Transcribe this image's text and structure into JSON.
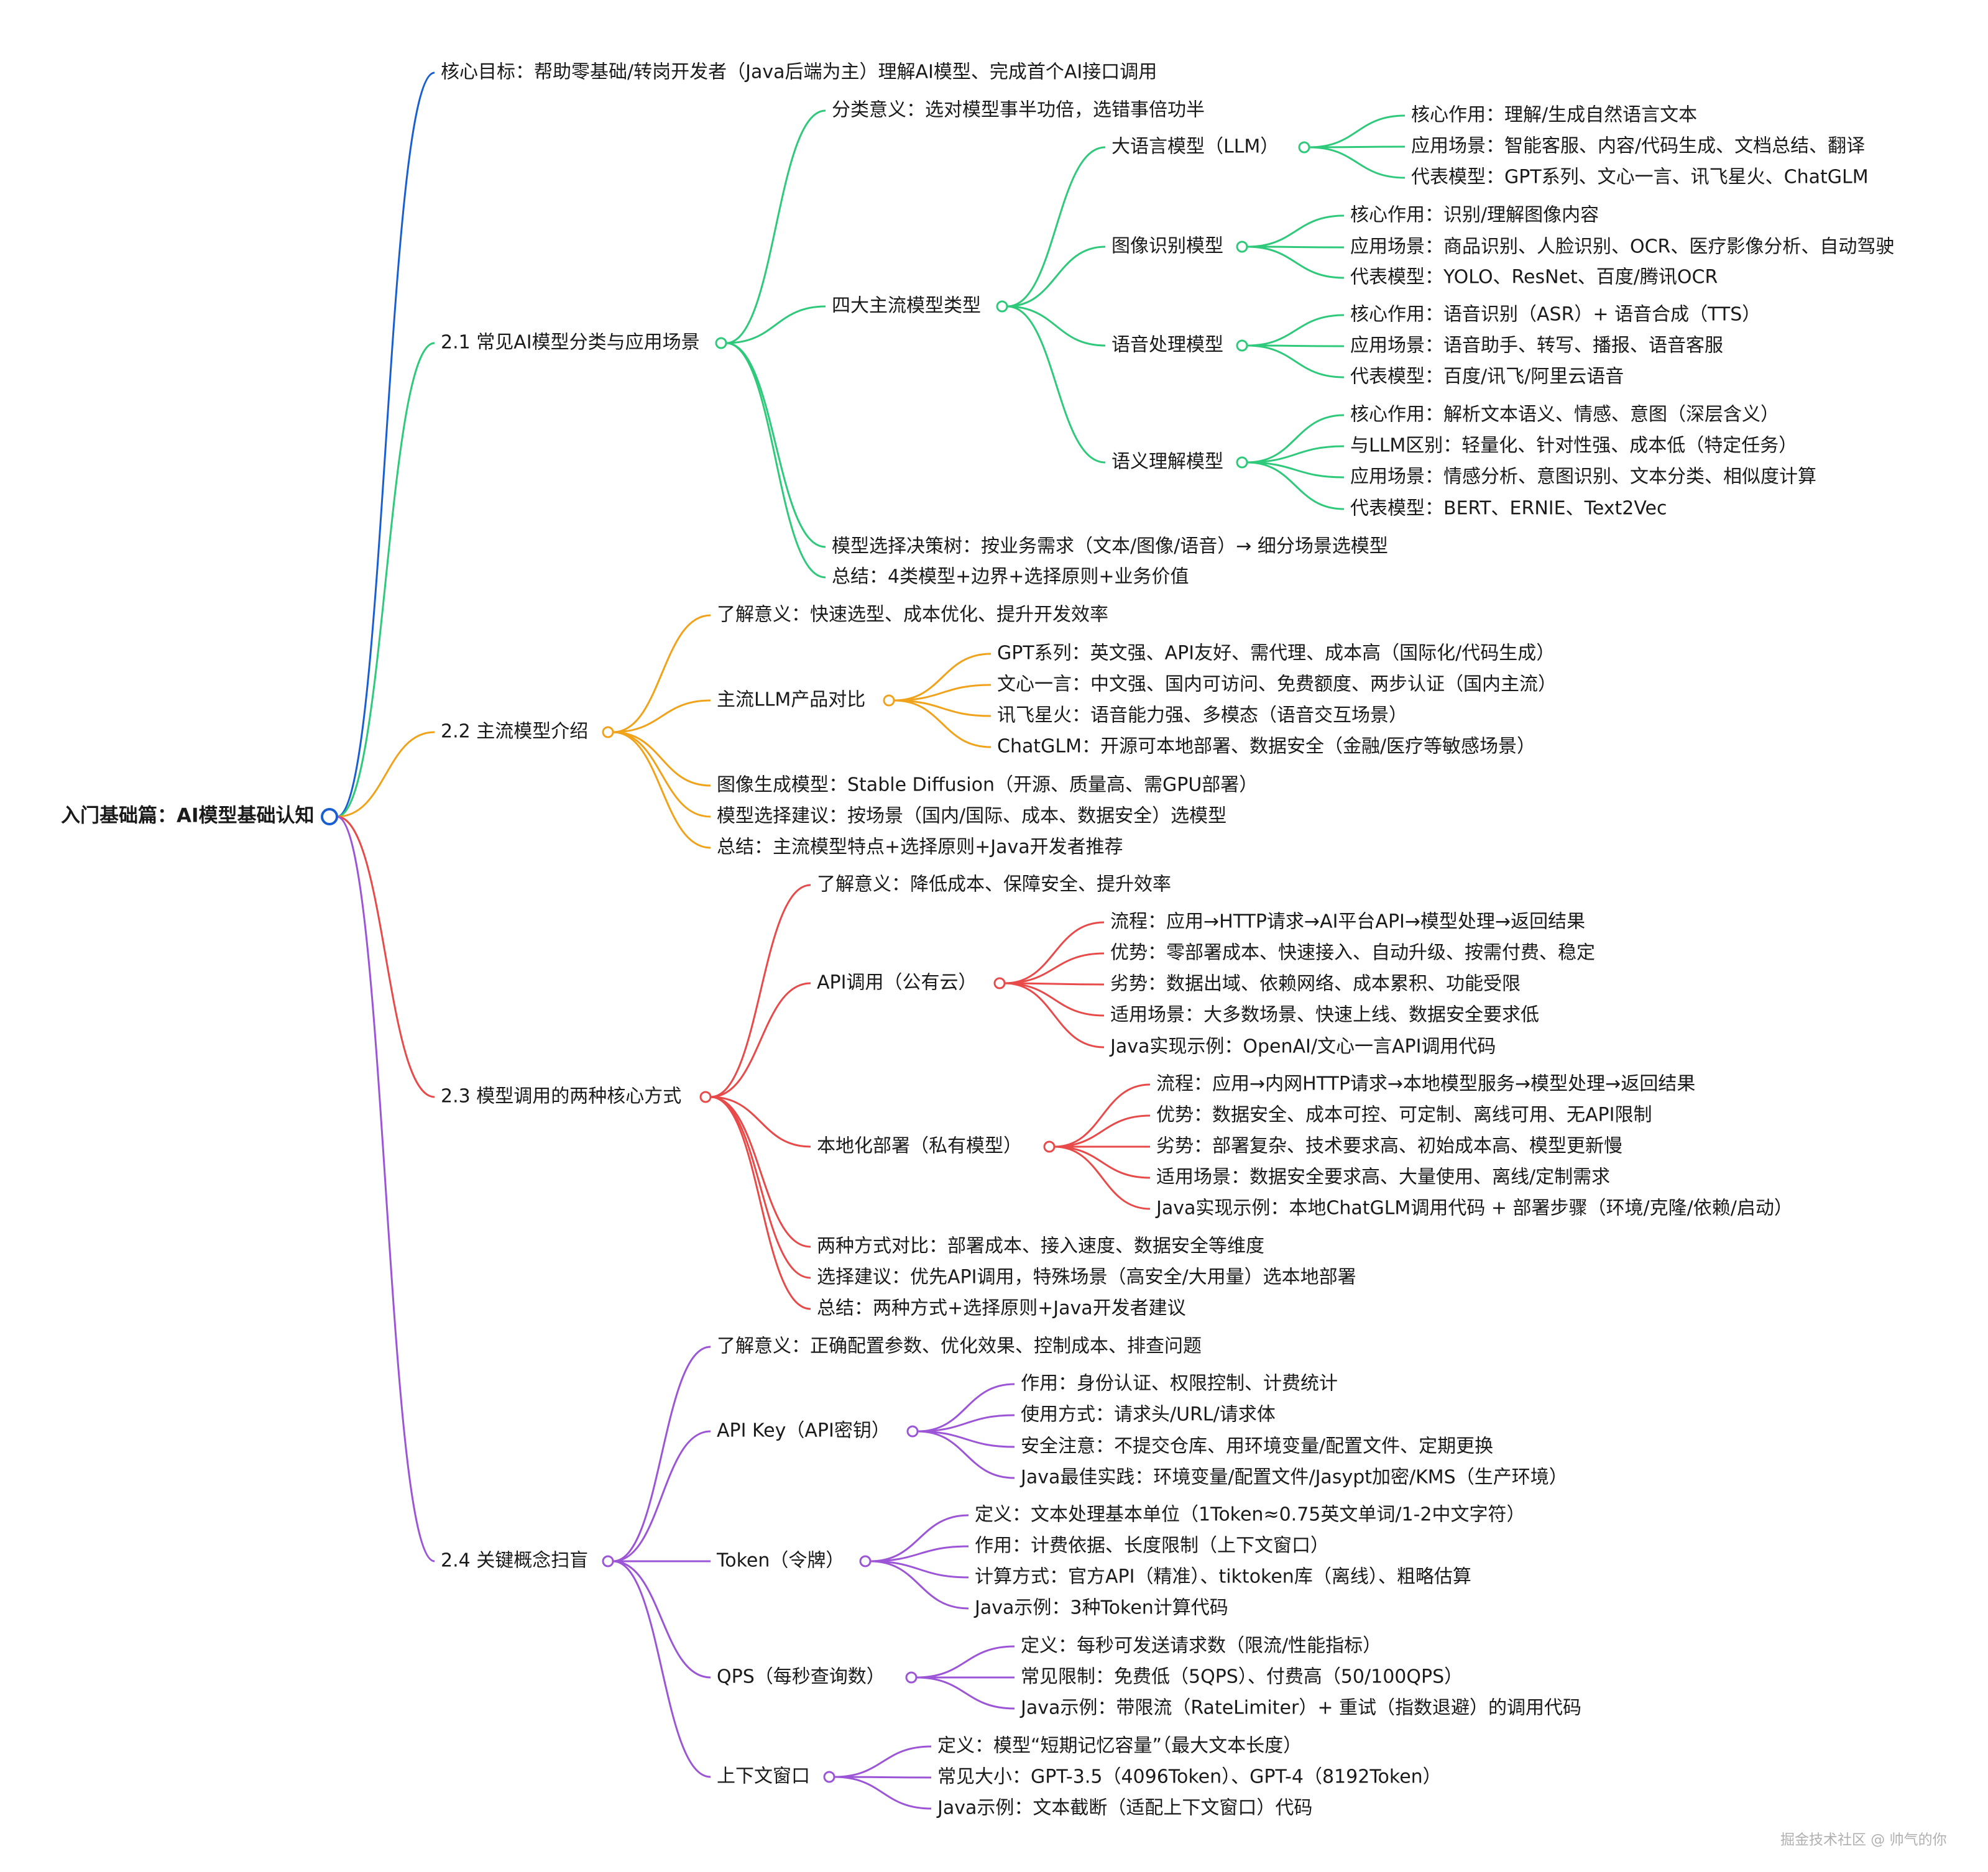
{
  "root": {
    "label": "入门基础篇：AI模型基础认知",
    "color": "#1a5fd1"
  },
  "watermark": "掘金技术社区 @ 帅气的你",
  "branches": [
    {
      "label": "核心目标：帮助零基础/转岗开发者（Java后端为主）理解AI模型、完成首个AI接口调用",
      "color": "#1a5fd1",
      "children": []
    },
    {
      "label": "2.1 常见AI模型分类与应用场景",
      "color": "#2ec97a",
      "children": [
        {
          "label": "分类意义：选对模型事半功倍，选错事倍功半",
          "children": []
        },
        {
          "label": "四大主流模型类型",
          "children": [
            {
              "label": "大语言模型（LLM）",
              "children": [
                {
                  "label": "核心作用：理解/生成自然语言文本"
                },
                {
                  "label": "应用场景：智能客服、内容/代码生成、文档总结、翻译"
                },
                {
                  "label": "代表模型：GPT系列、文心一言、讯飞星火、ChatGLM"
                }
              ]
            },
            {
              "label": "图像识别模型",
              "children": [
                {
                  "label": "核心作用：识别/理解图像内容"
                },
                {
                  "label": "应用场景：商品识别、人脸识别、OCR、医疗影像分析、自动驾驶"
                },
                {
                  "label": "代表模型：YOLO、ResNet、百度/腾讯OCR"
                }
              ]
            },
            {
              "label": "语音处理模型",
              "children": [
                {
                  "label": "核心作用：语音识别（ASR）+ 语音合成（TTS）"
                },
                {
                  "label": "应用场景：语音助手、转写、播报、语音客服"
                },
                {
                  "label": "代表模型：百度/讯飞/阿里云语音"
                }
              ]
            },
            {
              "label": "语义理解模型",
              "children": [
                {
                  "label": "核心作用：解析文本语义、情感、意图（深层含义）"
                },
                {
                  "label": "与LLM区别：轻量化、针对性强、成本低（特定任务）"
                },
                {
                  "label": "应用场景：情感分析、意图识别、文本分类、相似度计算"
                },
                {
                  "label": "代表模型：BERT、ERNIE、Text2Vec"
                }
              ]
            }
          ]
        },
        {
          "label": "模型选择决策树：按业务需求（文本/图像/语音）→ 细分场景选模型",
          "children": []
        },
        {
          "label": "总结：4类模型+边界+选择原则+业务价值",
          "children": []
        }
      ]
    },
    {
      "label": "2.2 主流模型介绍",
      "color": "#f0a31a",
      "children": [
        {
          "label": "了解意义：快速选型、成本优化、提升开发效率",
          "children": []
        },
        {
          "label": "主流LLM产品对比",
          "children": [
            {
              "label": "GPT系列：英文强、API友好、需代理、成本高（国际化/代码生成）"
            },
            {
              "label": "文心一言：中文强、国内可访问、免费额度、两步认证（国内主流）"
            },
            {
              "label": "讯飞星火：语音能力强、多模态（语音交互场景）"
            },
            {
              "label": "ChatGLM：开源可本地部署、数据安全（金融/医疗等敏感场景）"
            }
          ]
        },
        {
          "label": "图像生成模型：Stable Diffusion（开源、质量高、需GPU部署）",
          "children": []
        },
        {
          "label": "模型选择建议：按场景（国内/国际、成本、数据安全）选模型",
          "children": []
        },
        {
          "label": "总结：主流模型特点+选择原则+Java开发者推荐",
          "children": []
        }
      ]
    },
    {
      "label": "2.3 模型调用的两种核心方式",
      "color": "#e84a4a",
      "children": [
        {
          "label": "了解意义：降低成本、保障安全、提升效率",
          "children": []
        },
        {
          "label": "API调用（公有云）",
          "children": [
            {
              "label": "流程：应用→HTTP请求→AI平台API→模型处理→返回结果"
            },
            {
              "label": "优势：零部署成本、快速接入、自动升级、按需付费、稳定"
            },
            {
              "label": "劣势：数据出域、依赖网络、成本累积、功能受限"
            },
            {
              "label": "适用场景：大多数场景、快速上线、数据安全要求低"
            },
            {
              "label": "Java实现示例：OpenAI/文心一言API调用代码"
            }
          ]
        },
        {
          "label": "本地化部署（私有模型）",
          "children": [
            {
              "label": "流程：应用→内网HTTP请求→本地模型服务→模型处理→返回结果"
            },
            {
              "label": "优势：数据安全、成本可控、可定制、离线可用、无API限制"
            },
            {
              "label": "劣势：部署复杂、技术要求高、初始成本高、模型更新慢"
            },
            {
              "label": "适用场景：数据安全要求高、大量使用、离线/定制需求"
            },
            {
              "label": "Java实现示例：本地ChatGLM调用代码 + 部署步骤（环境/克隆/依赖/启动）"
            }
          ]
        },
        {
          "label": "两种方式对比：部署成本、接入速度、数据安全等维度",
          "children": []
        },
        {
          "label": "选择建议：优先API调用，特殊场景（高安全/大用量）选本地部署",
          "children": []
        },
        {
          "label": "总结：两种方式+选择原则+Java开发者建议",
          "children": []
        }
      ]
    },
    {
      "label": "2.4 关键概念扫盲",
      "color": "#9b55d6",
      "children": [
        {
          "label": "了解意义：正确配置参数、优化效果、控制成本、排查问题",
          "children": []
        },
        {
          "label": "API Key（API密钥）",
          "children": [
            {
              "label": "作用：身份认证、权限控制、计费统计"
            },
            {
              "label": "使用方式：请求头/URL/请求体"
            },
            {
              "label": "安全注意：不提交仓库、用环境变量/配置文件、定期更换"
            },
            {
              "label": "Java最佳实践：环境变量/配置文件/Jasypt加密/KMS（生产环境）"
            }
          ]
        },
        {
          "label": "Token（令牌）",
          "children": [
            {
              "label": "定义：文本处理基本单位（1Token≈0.75英文单词/1-2中文字符）"
            },
            {
              "label": "作用：计费依据、长度限制（上下文窗口）"
            },
            {
              "label": "计算方式：官方API（精准）、tiktoken库（离线）、粗略估算"
            },
            {
              "label": "Java示例：3种Token计算代码"
            }
          ]
        },
        {
          "label": "QPS（每秒查询数）",
          "children": [
            {
              "label": "定义：每秒可发送请求数（限流/性能指标）"
            },
            {
              "label": "常见限制：免费低（5QPS）、付费高（50/100QPS）"
            },
            {
              "label": "Java示例：带限流（RateLimiter）+ 重试（指数退避）的调用代码"
            }
          ]
        },
        {
          "label": "上下文窗口",
          "children": [
            {
              "label": "定义：模型“短期记忆容量”（最大文本长度）"
            },
            {
              "label": "常见大小：GPT-3.5（4096Token）、GPT-4（8192Token）"
            },
            {
              "label": "Java示例：文本截断（适配上下文窗口）代码"
            }
          ]
        }
      ]
    }
  ]
}
